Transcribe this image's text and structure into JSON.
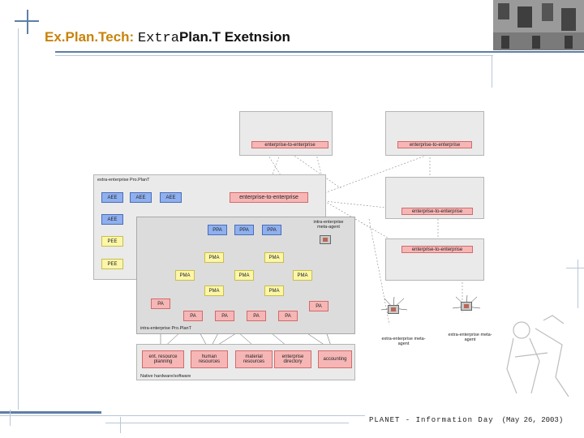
{
  "title": {
    "brand": "Ex.Plan.Tech:",
    "mono": "Extra",
    "rest": "Plan.T Exetnsion"
  },
  "panels": {
    "extra_planet_label": "extra-enterprise Pro.PlanT",
    "intra_planet_label": "intra-enterprise Pro.PlanT",
    "legacy_label": "Native hardware/software"
  },
  "enterprise_to_enterprise": "enterprise-to-enterprise",
  "aee_label": "AEE",
  "pee_label": "PEE",
  "ppa_label": "PPA",
  "pma_label": "PMA",
  "pa_label": "PA",
  "legacy_boxes": [
    "ent. resource planning",
    "human resources",
    "material resources",
    "enterprise directory",
    "accounting"
  ],
  "intra_meta_agent": "intra-enterprise meta-agent",
  "extra_meta_agent": "extra-enterprise meta-agent",
  "footer": {
    "text": "PLANET - Information Day",
    "date": "(May 26, 2003)"
  },
  "colors": {
    "pink": "#f7b6b6",
    "blue": "#8fb0ef",
    "yellow": "#fbf6a8",
    "accent": "#c8830a"
  }
}
